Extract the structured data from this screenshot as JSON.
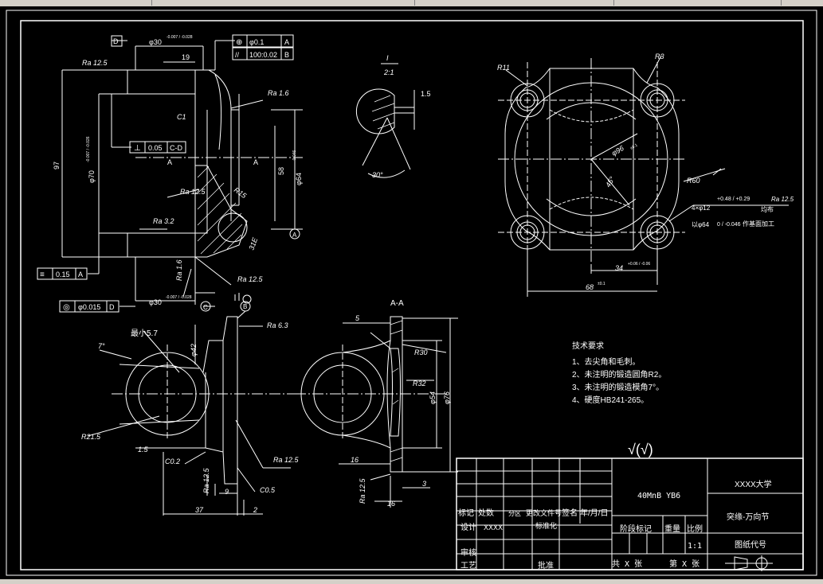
{
  "drawing": {
    "dims_top": {
      "datum_d": "D",
      "shaft_dia_top": "φ30",
      "shaft_tol_top": "-0.007 / -0.028",
      "len_19": "19",
      "ra_125_a": "Ra 12.5",
      "ra_16": "Ra 1.6",
      "c1": "C1",
      "perp": "⊥",
      "perp_val": "0.05",
      "perp_ref": "C-D",
      "h97": "97",
      "dia_70": "φ70",
      "dia_70_tol": "-0.007 / -0.026",
      "sec_a_left": "A",
      "sec_a_right": "A",
      "dim_58": "58",
      "dia_64": "φ64",
      "dia_64_tol": "-0.046",
      "ra_125_b": "Ra 12.5",
      "ra_32": "Ra 3.2",
      "r15": "R15",
      "r_small": "31E",
      "ra_16_b": "Ra 1.6",
      "sym": "≡",
      "sym_val": "0.15",
      "sym_ref": "A",
      "datum_a": "A",
      "ra_125_c": "Ra 12.5",
      "circ": "◎",
      "circ_val": "φ0.015",
      "circ_ref": "D",
      "shaft_dia_bot": "φ30",
      "shaft_tol_bot": "-0.007 / -0.028",
      "datum_c": "C",
      "pos_sym": "⊕",
      "pos_val": "φ0.1",
      "pos_ref": "A",
      "par_sym": "//",
      "par_val": "100:0.02",
      "par_ref": "B"
    },
    "detail": {
      "scale_num": "I",
      "scale_den": "2:1",
      "dim_15": "1.5",
      "angle_30": "30°"
    },
    "flange": {
      "r11": "R11",
      "r3": "R3",
      "dia_96": "φ96",
      "dia_96_tol": "±0.1",
      "r60": "R60",
      "deg_45": "45°",
      "holes": "4×φ12",
      "holes_tol": "+0.48 / +0.29",
      "evenly": "均布",
      "ra_125": "Ra 12.5",
      "with_64": "以φ64",
      "with_64_tol": "0 / -0.046",
      "finish_note": "作基面加工",
      "dim_34": "34",
      "dim_34_tol": "+0.06 / -0.06",
      "dim_68": "68",
      "dim_68_tol": "±0.1"
    },
    "bottom_left": {
      "angle_7": "7°",
      "min_label": "最小5.7",
      "dia_42": "φ42",
      "ra_63": "Ra 6.3",
      "datum_b": "B",
      "r215": "R21.5",
      "dim_15": "1.5",
      "c02": "C0.2",
      "ra_125_a": "Ra 12.5",
      "ra_125_b": "Ra 12.5",
      "c05": "C0.5",
      "dim_9": "9",
      "dim_37": "37",
      "dim_2": "2"
    },
    "section_aa": {
      "title": "A-A",
      "dim_5": "5",
      "r30": "R30",
      "r32": "R32",
      "dia_54": "φ54",
      "dia_76": "φ76",
      "dim_16a": "16",
      "dim_3": "3",
      "ra_125": "Ra 12.5",
      "dim_16b": "16"
    },
    "tech_req": {
      "title": "技术要求",
      "items": [
        "1、去尖角和毛刺。",
        "2、未注明的锻造圆角R2。",
        "3、未注明的锻造模角7°。",
        "4、硬度HB241-265。"
      ]
    },
    "roughness_mark": "√(√)"
  },
  "title_block": {
    "material": "40MnB YB6",
    "university": "XXXX大学",
    "part_name": "突缘-万向节",
    "drawing_code_label": "图纸代号",
    "headers_row": [
      "标记",
      "处数",
      "分区",
      "更改文件号",
      "签名",
      "年/月/日"
    ],
    "design_label": "设计",
    "designer": "XXXX",
    "standard_label": "标准化",
    "stage_label": "阶段标记",
    "weight_label": "重量",
    "scale_label": "比例",
    "scale_value": "1:1",
    "review_label": "审核",
    "process_label": "工艺",
    "approve_label": "批准",
    "total_sheets": "共 X 张",
    "sheet_no": "第 X 张"
  },
  "colors": {
    "background": "#000000",
    "lines": "#ffffff",
    "chrome": "#d4d0c8"
  }
}
